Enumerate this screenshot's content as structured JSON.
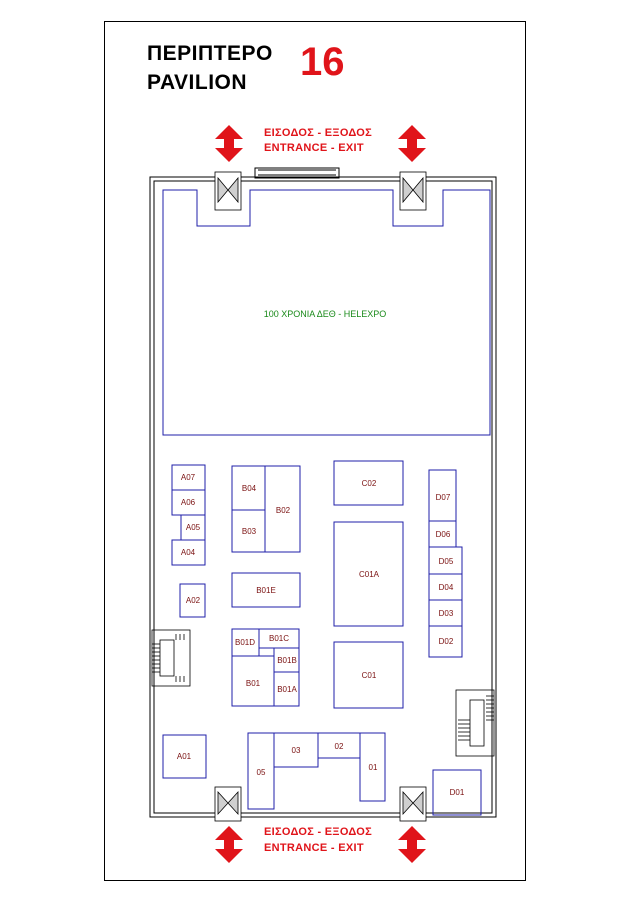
{
  "header": {
    "title_gr": "ΠΕΡΙΠΤΕΡΟ",
    "title_en": "PAVILION",
    "number": "16"
  },
  "entrances": {
    "top_line1": "ΕΙΣΟΔΟΣ - ΕΞΟΔΟΣ",
    "top_line2": "ENTRANCE - EXIT",
    "bottom_line1": "ΕΙΣΟΔΟΣ - ΕΞΟΔΟΣ",
    "bottom_line2": "ENTRANCE - EXIT"
  },
  "main_hall": {
    "label": "100 ΧΡΟΝΙΑ ΔΕΘ - HELEXPO"
  },
  "booths": {
    "A07": "A07",
    "A06": "A06",
    "A05": "A05",
    "A04": "A04",
    "A02": "A02",
    "A01": "A01",
    "B04": "B04",
    "B03": "B03",
    "B02": "B02",
    "B01E": "B01E",
    "B01D": "B01D",
    "B01C": "B01C",
    "B01B": "B01B",
    "B01A": "B01A",
    "B01": "B01",
    "C02": "C02",
    "C01A": "C01A",
    "C01": "C01",
    "D07": "D07",
    "D06": "D06",
    "D05": "D05",
    "D04": "D04",
    "D03": "D03",
    "D02": "D02",
    "D01": "D01",
    "05": "05",
    "03": "03",
    "02": "02",
    "01": "01"
  },
  "colors": {
    "title": "#000000",
    "accent": "#e0141a",
    "booth_outline": "#1f1fa8",
    "booth_label": "#7a1010",
    "hall_label": "#1a8a1a",
    "wall": "#000000"
  }
}
